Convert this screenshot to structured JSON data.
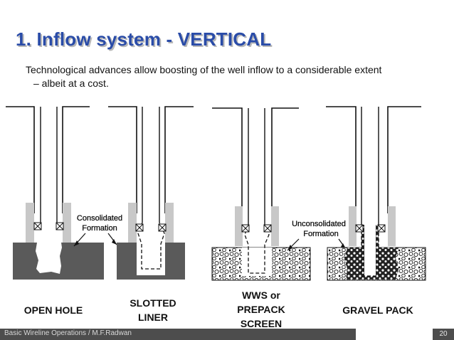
{
  "slide": {
    "title": "1. Inflow system - VERTICAL",
    "subtitle_line1": "Technological advances allow boosting of the well inflow to a considerable extent",
    "subtitle_line2": "– albeit at a cost."
  },
  "diagram": {
    "consolidated_label": [
      "Consolidated",
      "Formation"
    ],
    "unconsolidated_label": [
      "Unconsolidated",
      "Formation"
    ],
    "colors": {
      "formation_dark": "#5a5a5a",
      "cement": "#c8c8c8",
      "gravel": "#222222"
    }
  },
  "captions": {
    "open_hole": "OPEN HOLE",
    "slotted_liner": [
      "SLOTTED",
      "LINER"
    ],
    "wws": [
      "WWS or",
      "PREPACK",
      "SCREEN"
    ],
    "gravel_pack": "GRAVEL PACK"
  },
  "footer": {
    "text": "Basic Wireline Operations / M.F.Radwan",
    "page": "20"
  }
}
